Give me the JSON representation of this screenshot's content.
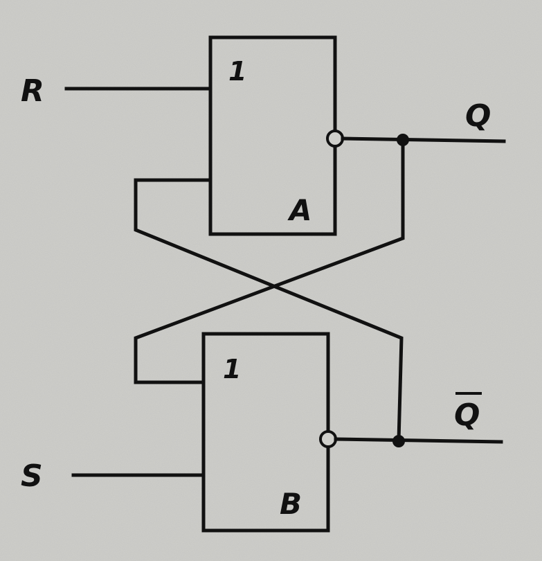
{
  "colors": {
    "ink": "#111111",
    "paper": "#cfcfcb"
  },
  "inputs": {
    "r": "R",
    "s": "S"
  },
  "outputs": {
    "q": "Q",
    "q_bar": "Q"
  },
  "gates": {
    "a": {
      "symbol": "1",
      "name": "A"
    },
    "b": {
      "symbol": "1",
      "name": "B"
    }
  }
}
